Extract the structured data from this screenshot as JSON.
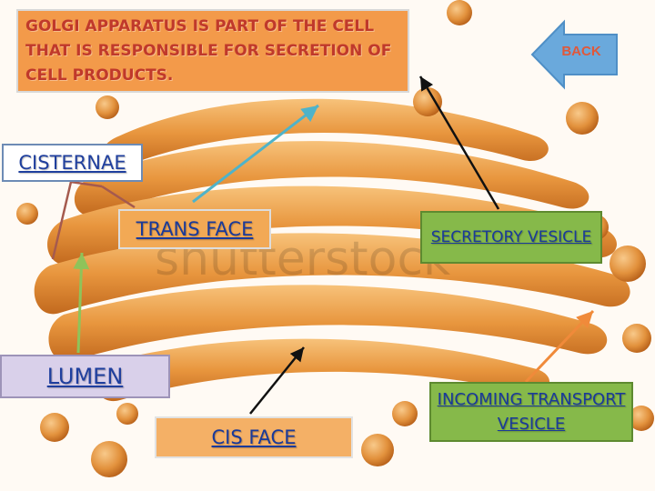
{
  "title": "GOLGI APPARATUS IS PART OF THE CELL THAT IS RESPONSIBLE FOR SECRETION OF CELL PRODUCTS.",
  "watermark": "shutterstock",
  "back_button": {
    "label": "BACK"
  },
  "labels": {
    "cisternae": "CISTERNAE",
    "trans_face": "TRANS FACE",
    "secretory_vesicle": "SECRETORY VESICLE",
    "lumen": "LUMEN",
    "cis_face": "CIS FACE",
    "incoming_transport_vesicle": "INCOMING TRANSPORT VESICLE"
  },
  "colors": {
    "title_bg": "#f39a4a",
    "title_text": "#c0392b",
    "label_text": "#1a3a9a",
    "green_box": "#86b94a",
    "lumen_box": "#d9d0ea",
    "back_button": "#6aa9dc",
    "arrow_trans": "#4fb3c9",
    "arrow_cisternae": "#a55a4e",
    "arrow_lumen": "#8fc35a",
    "arrow_incoming": "#f08a3a",
    "arrow_black": "#111111"
  }
}
